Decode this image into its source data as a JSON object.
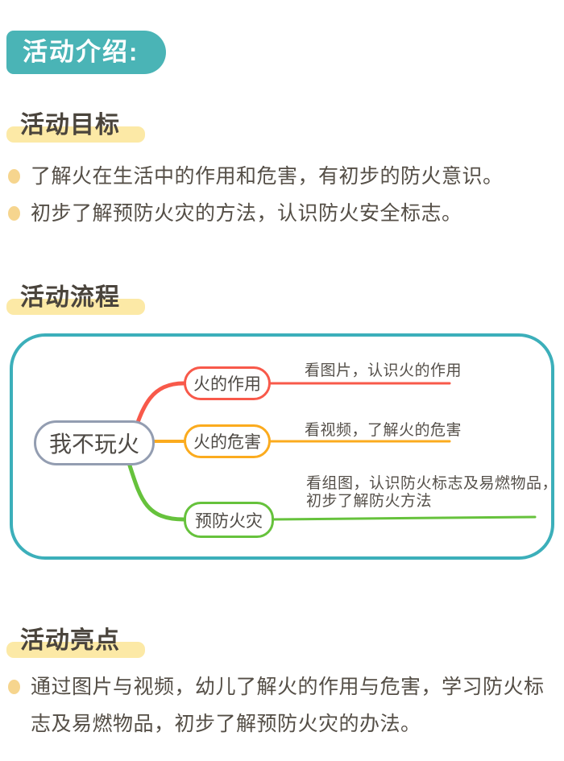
{
  "banner": {
    "title": "活动介绍:"
  },
  "goals": {
    "heading": "活动目标",
    "bullets": [
      "了解火在生活中的作用和危害，有初步的防火意识。",
      "初步了解预防火灾的方法，认识防火安全标志。"
    ]
  },
  "flow": {
    "heading": "活动流程",
    "mindmap": {
      "root_label": "我不玩火",
      "branches": [
        {
          "label": "火的作用",
          "note": "看图片，认识火的作用",
          "color": "#f8594a"
        },
        {
          "label": "火的危害",
          "note": "看视频，了解火的危害",
          "color": "#fbab1e"
        },
        {
          "label": "预防火灾",
          "note": "看组图，认识防火标志及易燃物品，初步了解防火方法",
          "color": "#66c23c"
        }
      ]
    }
  },
  "highlights": {
    "heading": "活动亮点",
    "bullets": [
      "通过图片与视频，幼儿了解火的作用与危害，学习防火标志及易燃物品，初步了解预防火灾的办法。"
    ]
  },
  "colors": {
    "banner_bg": "#4ab4b6",
    "map_border": "#3cafba",
    "highlight_yellow": "#fce9a6",
    "bullet_dot": "#f6d58e",
    "branch_red": "#f8594a",
    "branch_orange": "#fbab1e",
    "branch_green": "#66c23c",
    "root_border": "#939db1",
    "heading_text": "#4a443c",
    "body_text": "#544e46"
  }
}
